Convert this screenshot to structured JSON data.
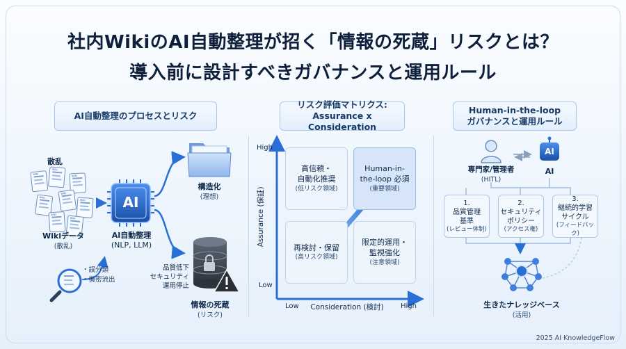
{
  "title": {
    "line1": "社内WikiのAI自動整理が招く「情報の死蔵」リスクとは？",
    "line2": "導入前に設計すべきガバナンスと運用ルール"
  },
  "left": {
    "header": "AI自動整理のプロセスとリスク",
    "scatter_label": "散乱",
    "doc_tag": "WIKI",
    "wiki_label": "Wikiデータ",
    "wiki_sub": "(散乱)",
    "ai_text": "AI",
    "ai_label": "AI自動整理",
    "ai_sub": "(NLP, LLM)",
    "struct_label": "構造化",
    "struct_sub": "(理想)",
    "risk_items": [
      "・誤分類",
      "・機密流出"
    ],
    "degrade_lines": [
      "品質低下",
      "セキュリティ",
      "運用停止"
    ],
    "dead_label": "情報の死蔵",
    "dead_sub": "(リスク)"
  },
  "middle": {
    "header_line1": "リスク評価マトリクス:",
    "header_line2": "Assurance x Consideration",
    "y_high": "High",
    "y_low": "Low",
    "y_axis": "Assurance (保証)",
    "x_low": "Low",
    "x_axis": "Consideration (検討)",
    "x_high": "High",
    "cells": {
      "top_left": {
        "l1": "高信頼・",
        "l2": "自動化推奨",
        "sub": "(低リスク領域)"
      },
      "top_right": {
        "l1": "Human-in-",
        "l2": "the-loop 必須",
        "sub": "(重要領域)"
      },
      "bottom_left": {
        "l1": "再検討・保留",
        "sub": "(高リスク領域)"
      },
      "bottom_right": {
        "l1": "限定的運用・",
        "l2": "監視強化",
        "sub": "(注意領域)"
      }
    }
  },
  "right": {
    "header_line1": "Human-in-the-loop",
    "header_line2": "ガバナンスと運用ルール",
    "expert_label": "専門家/管理者",
    "expert_sub": "(HITL)",
    "ai_badge": "AI",
    "ai_label": "AI",
    "boxes": [
      {
        "num": "1.",
        "l1": "品質管理",
        "l2": "基準",
        "sub": "(レビュー体制)"
      },
      {
        "num": "2.",
        "l1": "セキュリティ",
        "l2": "ポリシー",
        "sub": "(アクセス権)"
      },
      {
        "num": "3.",
        "l1": "継続的学習",
        "l2": "サイクル",
        "sub": "(フィードバック)"
      }
    ],
    "knowledge_label": "生きたナレッジベース",
    "knowledge_sub": "(活用)"
  },
  "footer": "2025 AI KnowledgeFlow",
  "colors": {
    "accent": "#2a6fd6",
    "dark": "#0d1f3a",
    "panel": "#edf4fc",
    "highlight": "#d6e6f8"
  }
}
